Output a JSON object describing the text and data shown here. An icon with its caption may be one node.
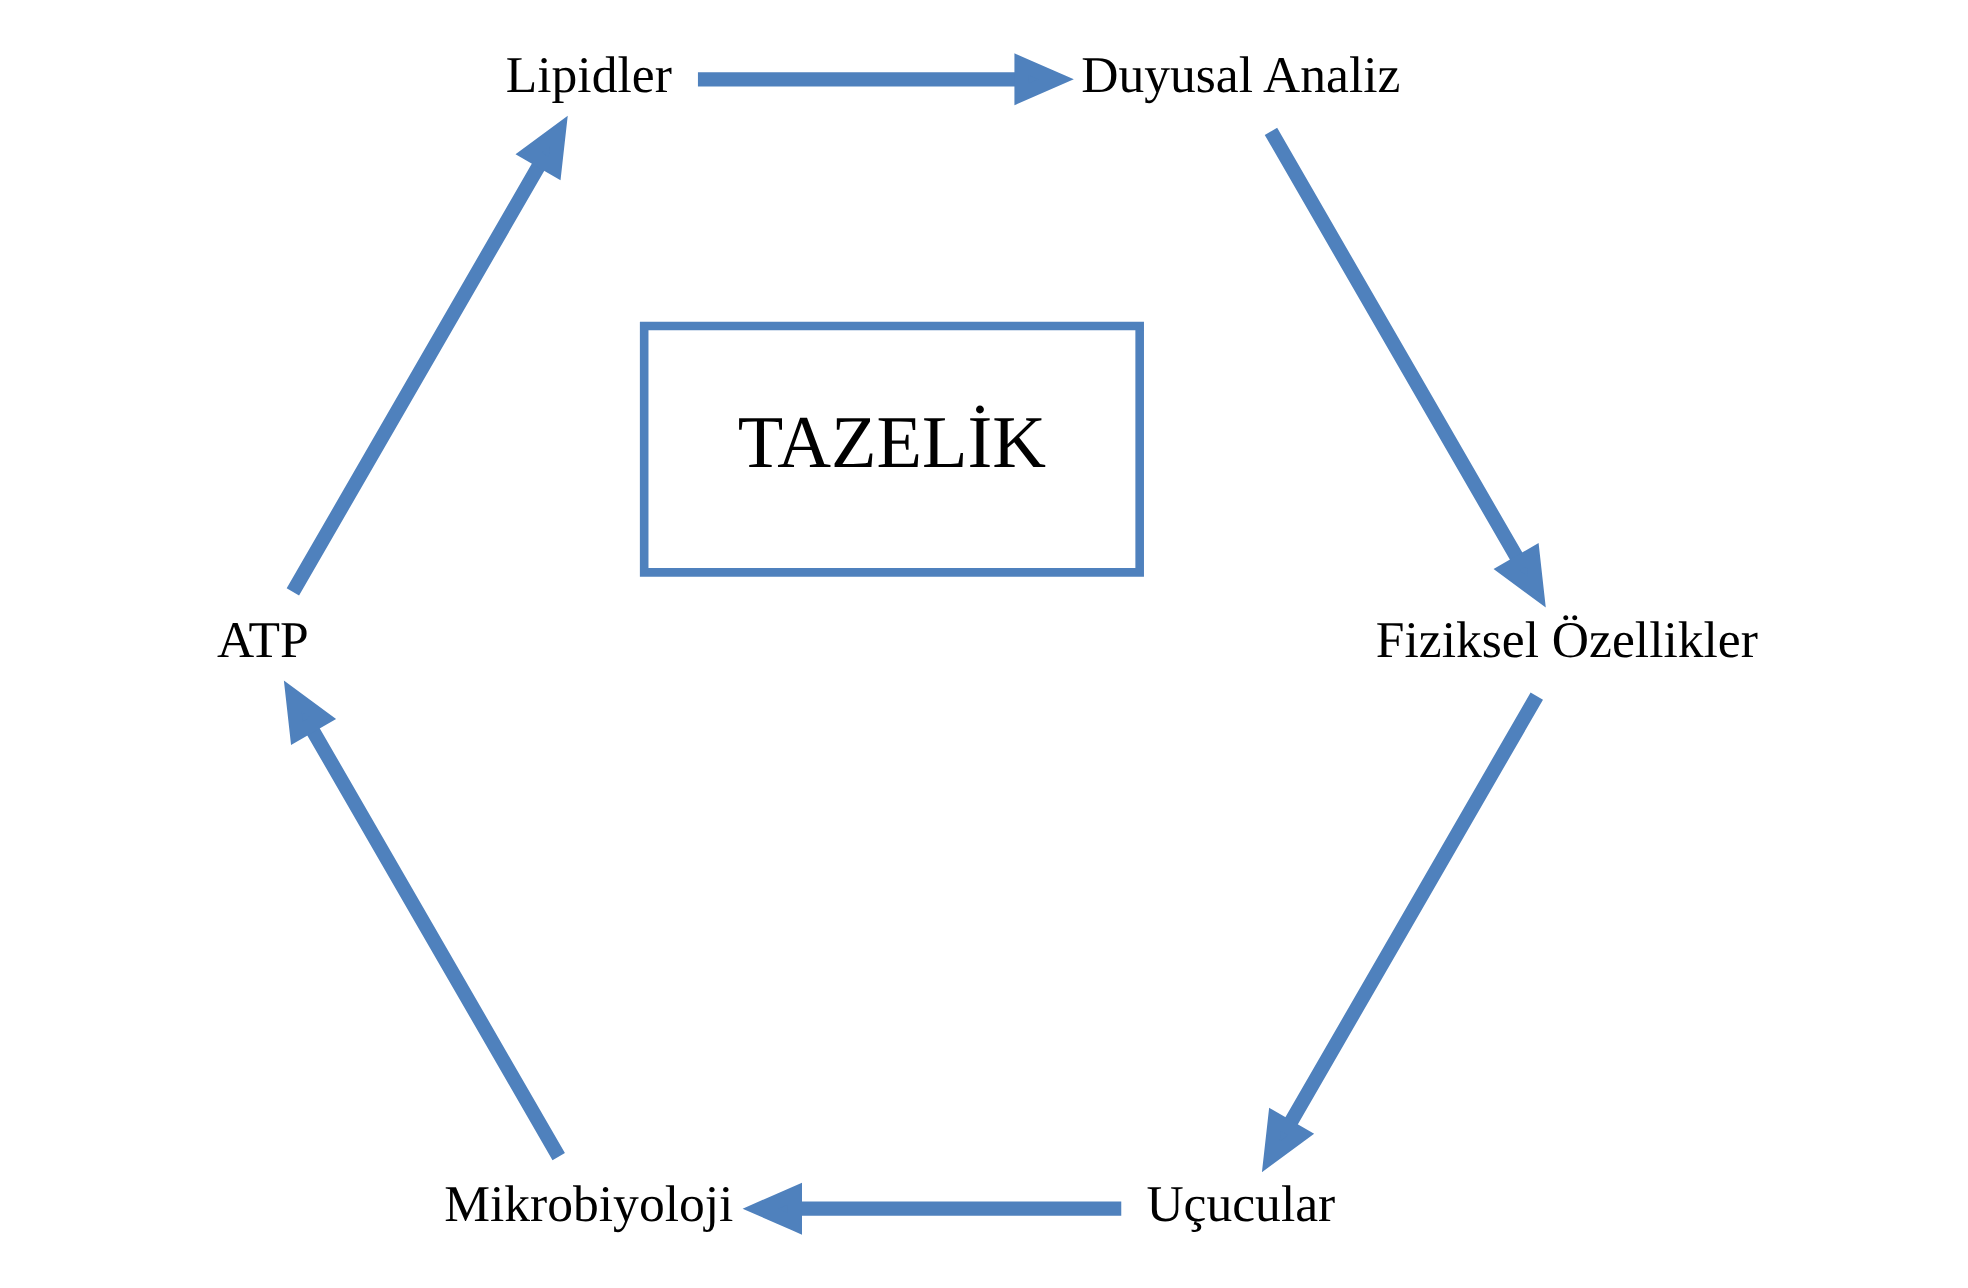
{
  "diagram": {
    "nodes": [
      {
        "text": [
          "Uçucular"
        ]
      },
      {
        "text": [
          "Mikrobiyoloji"
        ]
      },
      {
        "text": [
          "TAZELİK"
        ]
      },
      {
        "text": [
          "Fiziksel Özellikler"
        ]
      },
      {
        "text": [
          "ATP"
        ]
      },
      {
        "text": [
          "Duyusal Analiz"
        ]
      },
      {
        "text": [
          "Lipidler"
        ]
      }
    ],
    "edges": [
      {
        "from": 0,
        "to": 1,
        "arrow": "to"
      },
      {
        "from": 1,
        "to": 4,
        "arrow": "to"
      },
      {
        "from": 4,
        "to": 6,
        "arrow": "to"
      },
      {
        "from": 6,
        "to": 5,
        "arrow": "to"
      },
      {
        "from": 5,
        "to": 3,
        "arrow": "to"
      },
      {
        "from": 3,
        "to": 0,
        "arrow": "to"
      }
    ]
  }
}
